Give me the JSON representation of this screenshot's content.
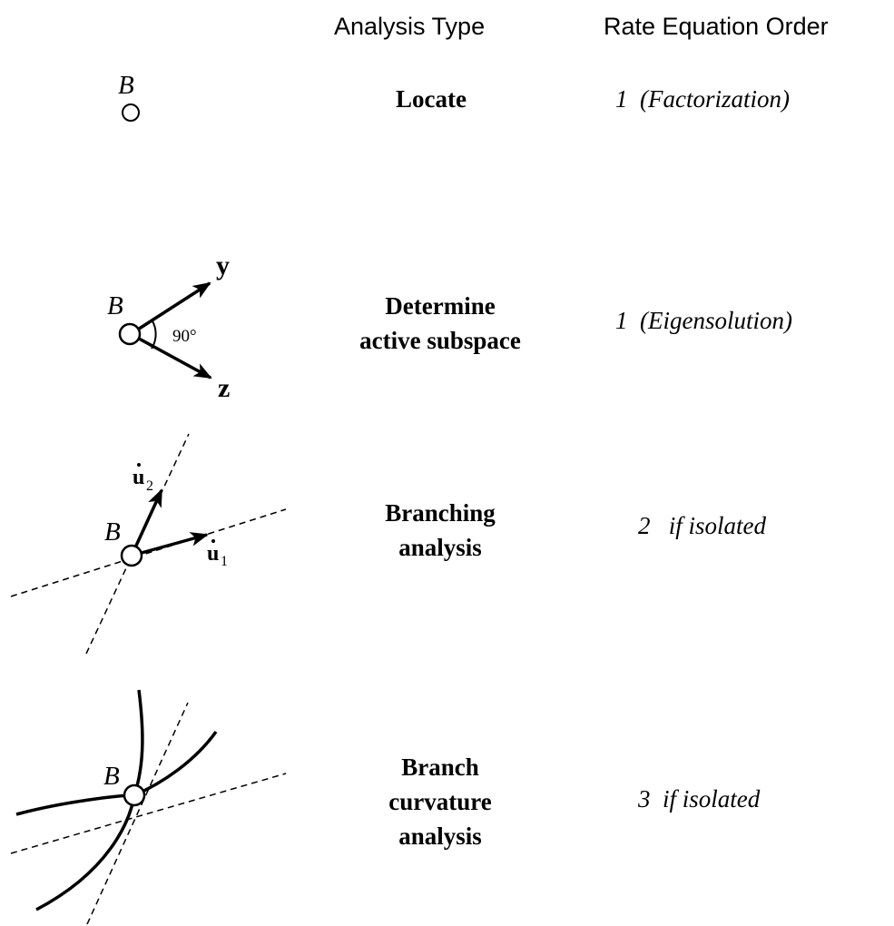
{
  "headers": {
    "analysis_type": "Analysis Type",
    "rate_equation_order": "Rate Equation Order"
  },
  "point_label": "B",
  "rows": [
    {
      "analysis_lines": [
        "Locate"
      ],
      "order": "1  (Factorization)"
    },
    {
      "analysis_lines": [
        "Determine",
        "active subspace"
      ],
      "order": "1  (Eigensolution)",
      "vector_labels": [
        "y",
        "z"
      ],
      "angle_label": "90°"
    },
    {
      "analysis_lines": [
        "Branching",
        "analysis"
      ],
      "order": "2   if isolated",
      "vector_labels": [
        "u",
        "2",
        "u",
        "1"
      ]
    },
    {
      "analysis_lines": [
        "Branch",
        "curvature",
        "analysis"
      ],
      "order": "3  if isolated"
    }
  ]
}
